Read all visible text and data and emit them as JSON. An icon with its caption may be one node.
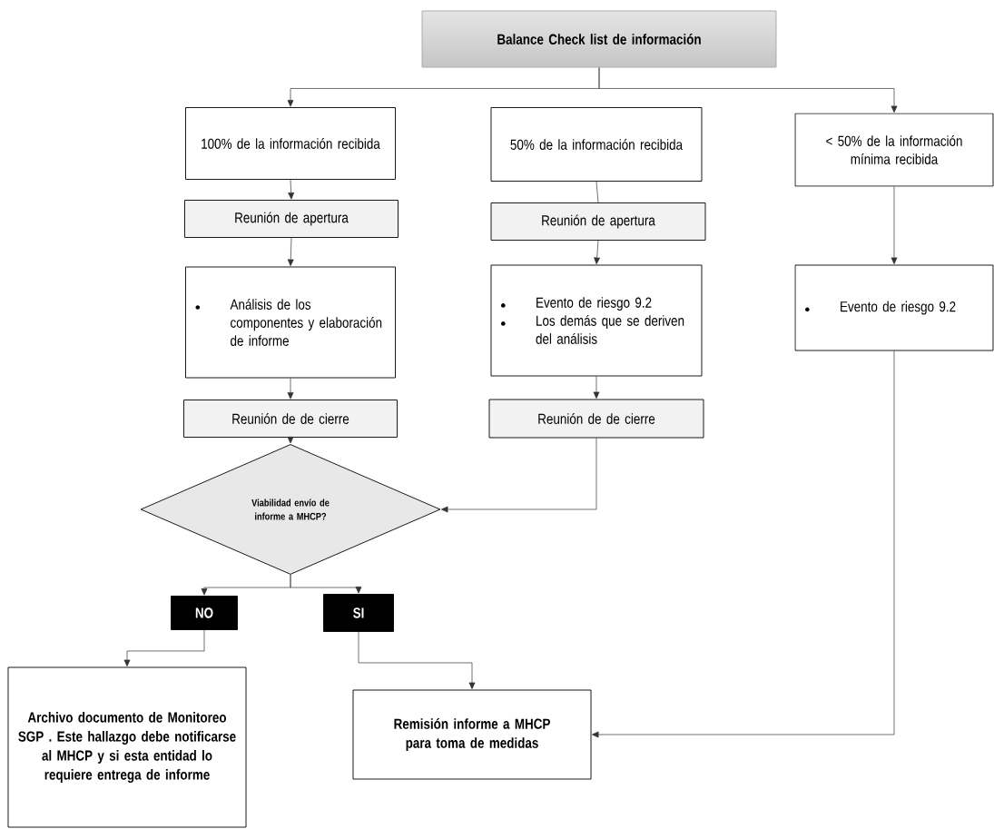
{
  "diagram": {
    "nodes": [
      {
        "text": [
          "Balance Check list de información"
        ]
      },
      {
        "text": [
          "100% de la información recibida"
        ]
      },
      {
        "text": [
          "50% de la información recibida"
        ]
      },
      {
        "text": [
          "< 50% de la información mínima recibida"
        ]
      },
      {
        "text": [
          "Reunión de apertura"
        ]
      },
      {
        "text": [
          "Reunión de apertura"
        ]
      },
      {
        "text": [
          "Análisis de los componentes y elaboración de informe"
        ]
      },
      {
        "text": [
          "Evento de riesgo 9.2",
          "Los demás que se deriven del análisis"
        ]
      },
      {
        "text": [
          "Evento de riesgo 9.2"
        ]
      },
      {
        "text": [
          "Reunión de de cierre"
        ]
      },
      {
        "text": [
          "Reunión de de cierre"
        ]
      },
      {
        "text": [
          "Viabilidad envío de informe a MHCP?"
        ]
      },
      {
        "text": [
          "NO"
        ]
      },
      {
        "text": [
          "SI"
        ]
      },
      {
        "text": [
          "Archivo documento de Monitoreo SGP . Este hallazgo debe notificarse al MHCP y si esta entidad lo requiere entrega de informe"
        ]
      },
      {
        "text": [
          "Remisión informe a MHCP para toma de medidas"
        ]
      }
    ],
    "edges": [
      {
        "from": 0,
        "to": 1,
        "arrow": "to"
      },
      {
        "from": 0,
        "to": 3,
        "arrow": "to"
      },
      {
        "from": 1,
        "to": 4,
        "arrow": "to"
      },
      {
        "from": 2,
        "to": 5,
        "arrow": "none"
      },
      {
        "from": 4,
        "to": 6,
        "arrow": "to"
      },
      {
        "from": 5,
        "to": 7,
        "arrow": "to"
      },
      {
        "from": 6,
        "to": 9,
        "arrow": "to"
      },
      {
        "from": 7,
        "to": 10,
        "arrow": "to"
      },
      {
        "from": 9,
        "to": 11,
        "arrow": "to"
      },
      {
        "from": 10,
        "to": 11,
        "arrow": "to"
      },
      {
        "from": 3,
        "to": 8,
        "arrow": "to"
      },
      {
        "from": 11,
        "to": 12,
        "arrow": "to"
      },
      {
        "from": 11,
        "to": 13,
        "arrow": "to"
      },
      {
        "from": 12,
        "to": 14,
        "arrow": "to"
      },
      {
        "from": 13,
        "to": 15,
        "arrow": "to"
      },
      {
        "from": 8,
        "to": 15,
        "arrow": "to"
      }
    ]
  }
}
